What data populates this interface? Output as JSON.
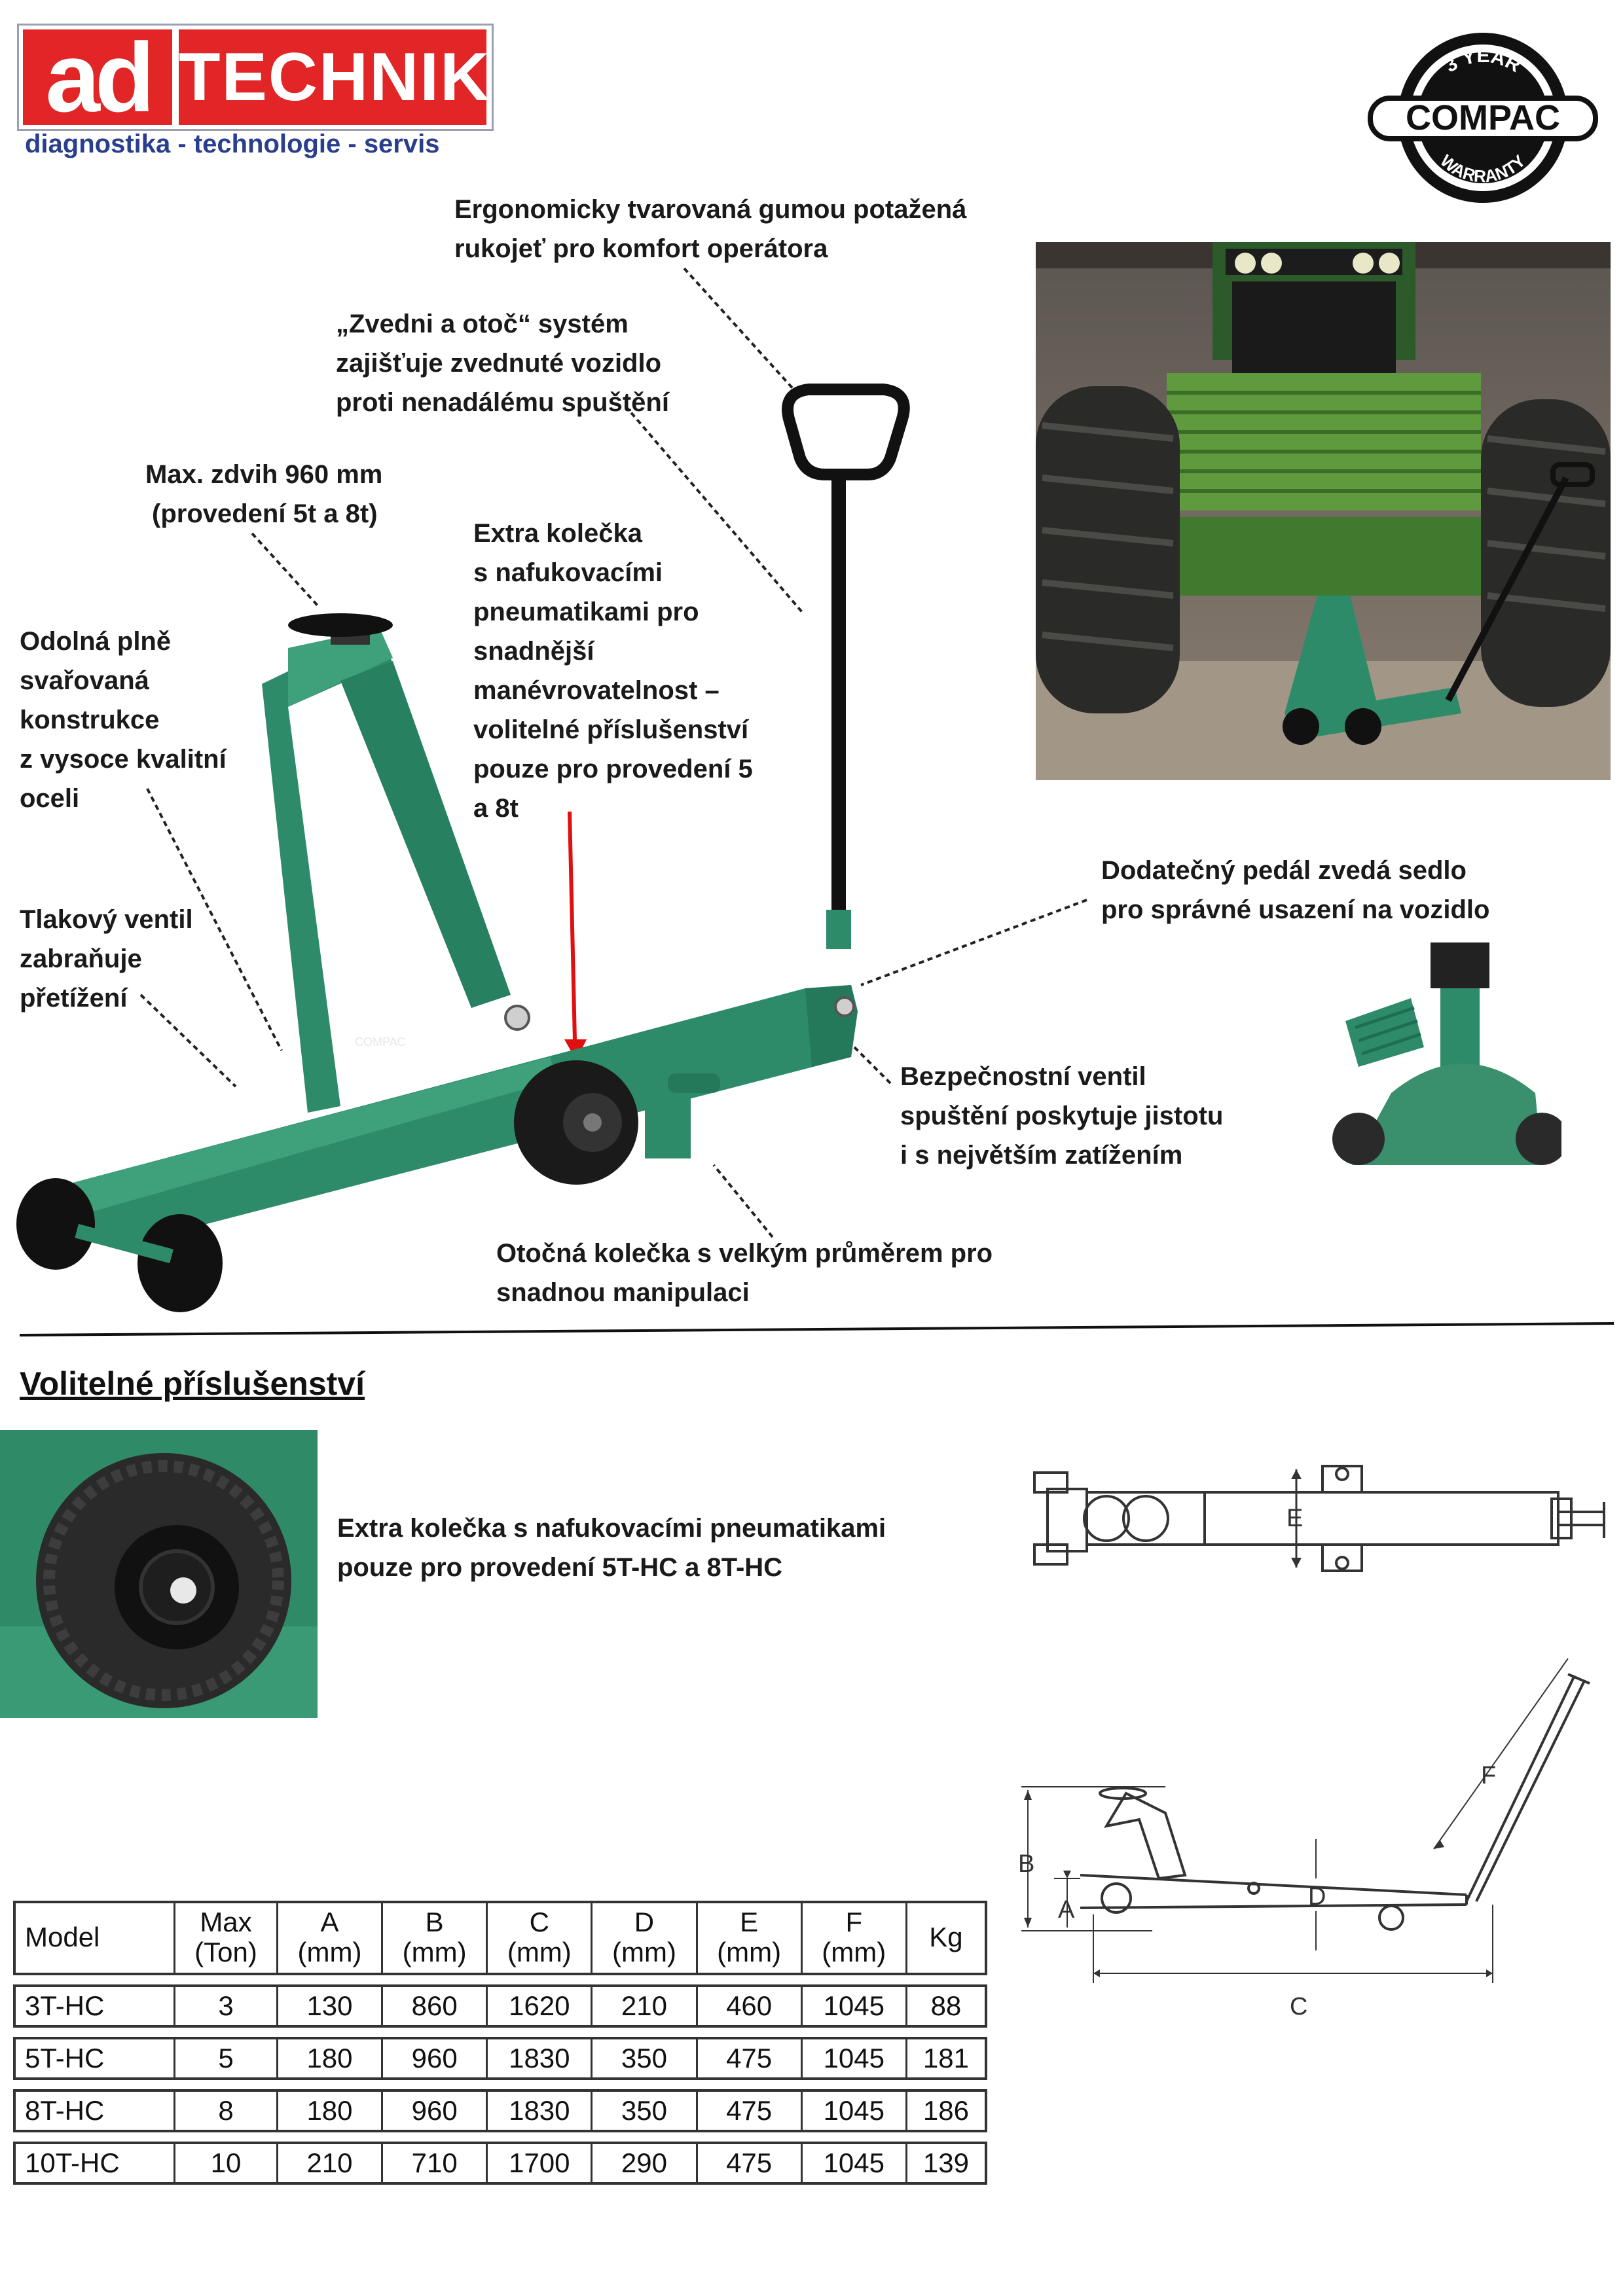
{
  "header": {
    "logo_ad": "ad",
    "logo_technik": "TECHNIK",
    "tagline": "diagnostika - technologie - servis",
    "badge_top": "3 YEAR",
    "badge_brand": "COMPAC",
    "badge_bottom": "WARRANTY"
  },
  "callouts": {
    "handle": [
      "Ergonomicky tvarovaná gumou potažená",
      "rukojeť pro komfort operátora"
    ],
    "lift_turn": [
      "„Zvedni a otoč“ systém",
      "zajišťuje zvednuté vozidlo",
      "proti nenadálému spuštění"
    ],
    "max_lift": [
      "Max. zdvih 960 mm",
      "(provedení 5t a 8t)"
    ],
    "extra_wheels": [
      "Extra kolečka",
      "s nafukovacími",
      "pneumatikami pro",
      "snadnější",
      "manévrovatelnost –",
      "volitelné příslušenství",
      "pouze pro provedení 5",
      "a 8t"
    ],
    "welded": [
      "Odolná plně",
      "svařovaná",
      "konstrukce",
      "z vysoce kvalitní",
      "oceli"
    ],
    "pressure_valve": [
      "Tlakový ventil",
      "zabraňuje",
      "přetížení"
    ],
    "pedal": [
      "Dodatečný pedál zvedá sedlo",
      "pro správné usazení na vozidlo"
    ],
    "safety_valve": [
      "Bezpečnostní ventil",
      "spuštění poskytuje jistotu",
      "i s největším zatížením"
    ],
    "swivel_wheels": [
      "Otočná kolečka s velkým průměrem pro",
      "snadnou manipulaci"
    ]
  },
  "product_label": "COMPAC",
  "section_title": "Volitelné příslušenství",
  "accessory_text": [
    "Extra kolečka s nafukovacími pneumatikami",
    "pouze pro provedení 5T-HC a 8T-HC"
  ],
  "diagram_labels": {
    "E": "E",
    "F": "F",
    "B": "B",
    "A": "A",
    "D": "D",
    "C": "C"
  },
  "table": {
    "headers": [
      [
        "Model",
        ""
      ],
      [
        "Max",
        "(Ton)"
      ],
      [
        "A",
        "(mm)"
      ],
      [
        "B",
        "(mm)"
      ],
      [
        "C",
        "(mm)"
      ],
      [
        "D",
        "(mm)"
      ],
      [
        "E",
        "(mm)"
      ],
      [
        "F",
        "(mm)"
      ],
      [
        "Kg",
        ""
      ]
    ],
    "rows": [
      [
        "3T-HC",
        "3",
        "130",
        "860",
        "1620",
        "210",
        "460",
        "1045",
        "88"
      ],
      [
        "5T-HC",
        "5",
        "180",
        "960",
        "1830",
        "350",
        "475",
        "1045",
        "181"
      ],
      [
        "8T-HC",
        "8",
        "180",
        "960",
        "1830",
        "350",
        "475",
        "1045",
        "186"
      ],
      [
        "10T-HC",
        "10",
        "210",
        "710",
        "1700",
        "290",
        "475",
        "1045",
        "139"
      ]
    ]
  },
  "colors": {
    "brand_red": "#e22526",
    "tagline_blue": "#2a3e8e",
    "jack_green": "#2e8b6a",
    "tractor_green": "#4f8a3c"
  }
}
